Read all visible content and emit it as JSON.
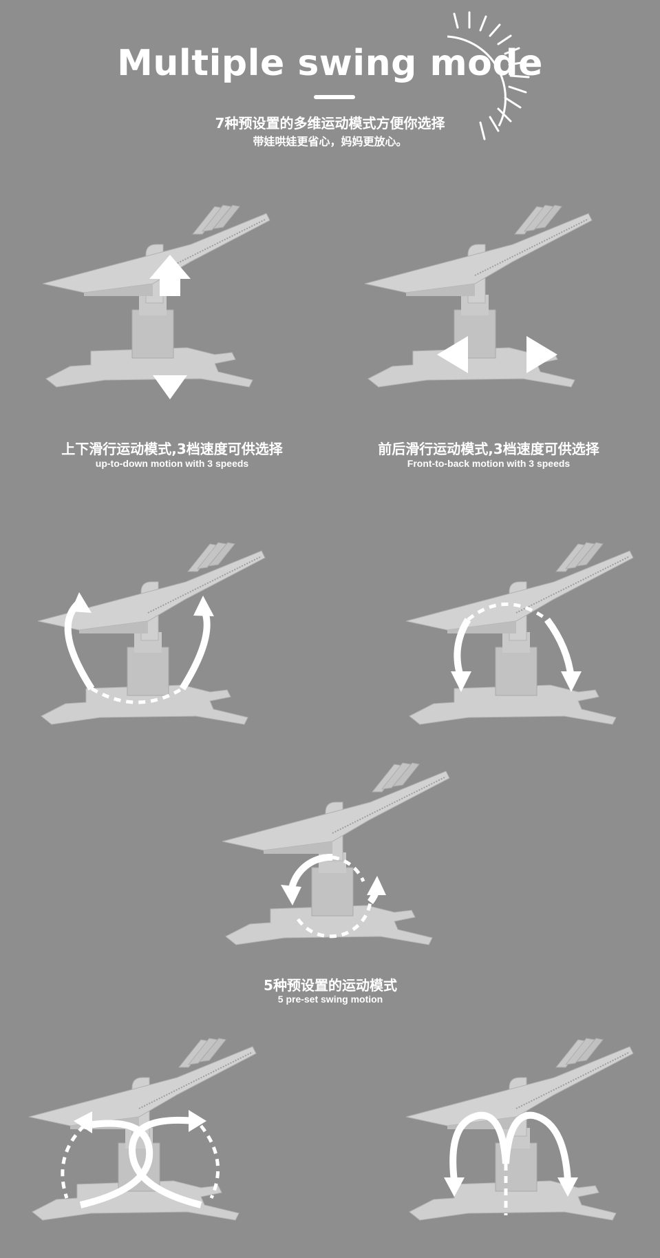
{
  "header": {
    "title": "Multiple swing mode",
    "subtitle_cn": "7种预设置的多维运动模式方便你选择",
    "subtitle2_cn": "带娃哄娃更省心，妈妈更放心。"
  },
  "modes": [
    {
      "caption_cn": "上下滑行运动模式,3档速度可供选择",
      "caption_en": "up-to-down motion with 3 speeds"
    },
    {
      "caption_cn": "前后滑行运动模式,3档速度可供选择",
      "caption_en": "Front-to-back  motion with 3 speeds"
    }
  ],
  "preset": {
    "caption_cn": "5种预设置的运动模式",
    "caption_en": "5 pre-set swing motion"
  },
  "colors": {
    "background": "#8e8e8e",
    "product": "#c9c9c9",
    "arrow": "#ffffff"
  }
}
